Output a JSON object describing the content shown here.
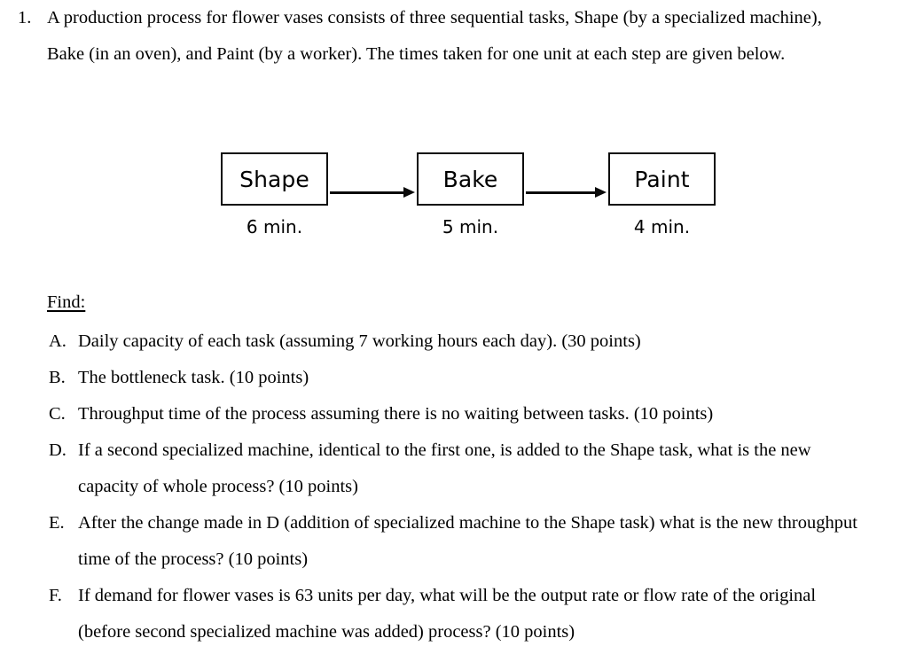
{
  "question": {
    "number": "1.",
    "text": "A production process for flower vases consists of three sequential tasks, Shape (by a specialized machine), Bake (in an oven), and Paint (by a worker). The times taken for one unit at each step are given below."
  },
  "diagram": {
    "stages": [
      {
        "label": "Shape",
        "time": "6 min."
      },
      {
        "label": "Bake",
        "time": "5 min."
      },
      {
        "label": "Paint",
        "time": "4 min."
      }
    ],
    "border_color": "#0a0a0a"
  },
  "find": {
    "heading": "Find:",
    "items": [
      {
        "marker": "A.",
        "text": "Daily capacity of each task (assuming 7 working hours each day). (30 points)"
      },
      {
        "marker": "B.",
        "text": "The bottleneck task. (10 points)"
      },
      {
        "marker": "C.",
        "text": "Throughput time of the process assuming there is no waiting between tasks. (10 points)"
      },
      {
        "marker": "D.",
        "text": "If a second specialized machine, identical to the first one, is added to the Shape task, what is the new capacity of whole process? (10 points)"
      },
      {
        "marker": "E.",
        "text": "After the change made in D (addition of specialized machine to the Shape task) what is the new throughput time of the process? (10 points)"
      },
      {
        "marker": "F.",
        "text": "If demand for flower vases is 63 units per day, what will be the output rate or flow rate of the original (before second specialized machine was added) process? (10 points)"
      }
    ]
  }
}
